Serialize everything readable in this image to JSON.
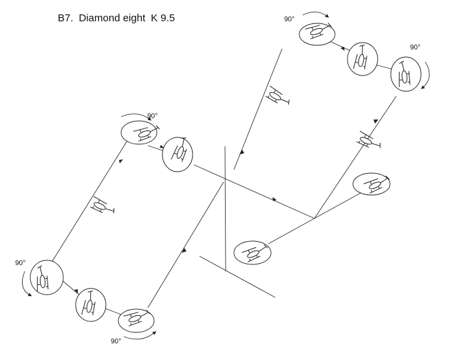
{
  "figure": {
    "code": "B7.",
    "name": "Diamond eight",
    "k_factor": "K 9.5"
  },
  "turn_labels": [
    "90°",
    "90°",
    "90°",
    "90°"
  ],
  "colors": {
    "line": "#333333",
    "background": "#ffffff"
  },
  "icons": [
    "helicopter-icon",
    "turn-arrow-icon",
    "direction-arrow-icon"
  ]
}
